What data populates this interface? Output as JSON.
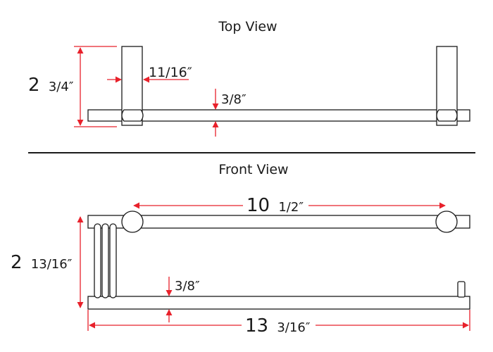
{
  "top_view": {
    "title": "Top View",
    "dim_height_whole": "2",
    "dim_height_frac": "3/4″",
    "dim_post_width": "11/16″",
    "dim_bar_diameter": "3/8″"
  },
  "front_view": {
    "title": "Front View",
    "dim_center_whole": "10",
    "dim_center_frac": "1/2″",
    "dim_height_whole": "2",
    "dim_height_frac": "13/16″",
    "dim_bar_diameter": "3/8″",
    "dim_overall_whole": "13",
    "dim_overall_frac": "3/16″"
  },
  "colors": {
    "dimension_red": "#e8212b",
    "outline": "#1a1a1a"
  }
}
